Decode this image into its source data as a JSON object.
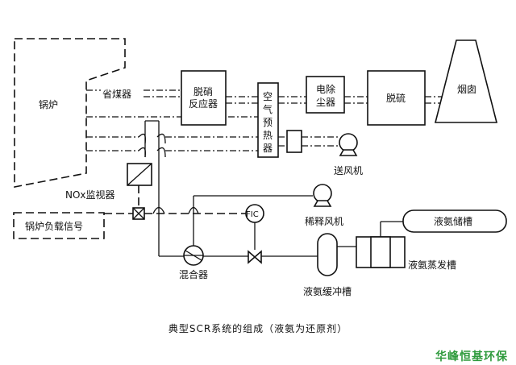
{
  "components": {
    "boiler": "锅炉",
    "economizer": "省煤器",
    "scr_reactor": [
      "脱硝",
      "反应器"
    ],
    "air_preheater": [
      "空",
      "气",
      "预",
      "热",
      "器"
    ],
    "esp": [
      "电除",
      "尘器"
    ],
    "fgd": "脱硫",
    "chimney": "烟囱",
    "fd_fan": "送风机",
    "nox_monitor": "NOx监视器",
    "boiler_load_signal": "锅炉负载信号",
    "dilution_fan": "稀释风机",
    "fic": "FIC",
    "mixer": "混合器",
    "ammonia_storage": "液氨储槽",
    "ammonia_evaporator": "液氨蒸发槽",
    "ammonia_buffer": "液氨缓冲槽"
  },
  "caption": "典型SCR系统的组成（液氨为还原剂）",
  "brand": {
    "text": "华峰恒基环保",
    "color": "#2e9a3c"
  }
}
